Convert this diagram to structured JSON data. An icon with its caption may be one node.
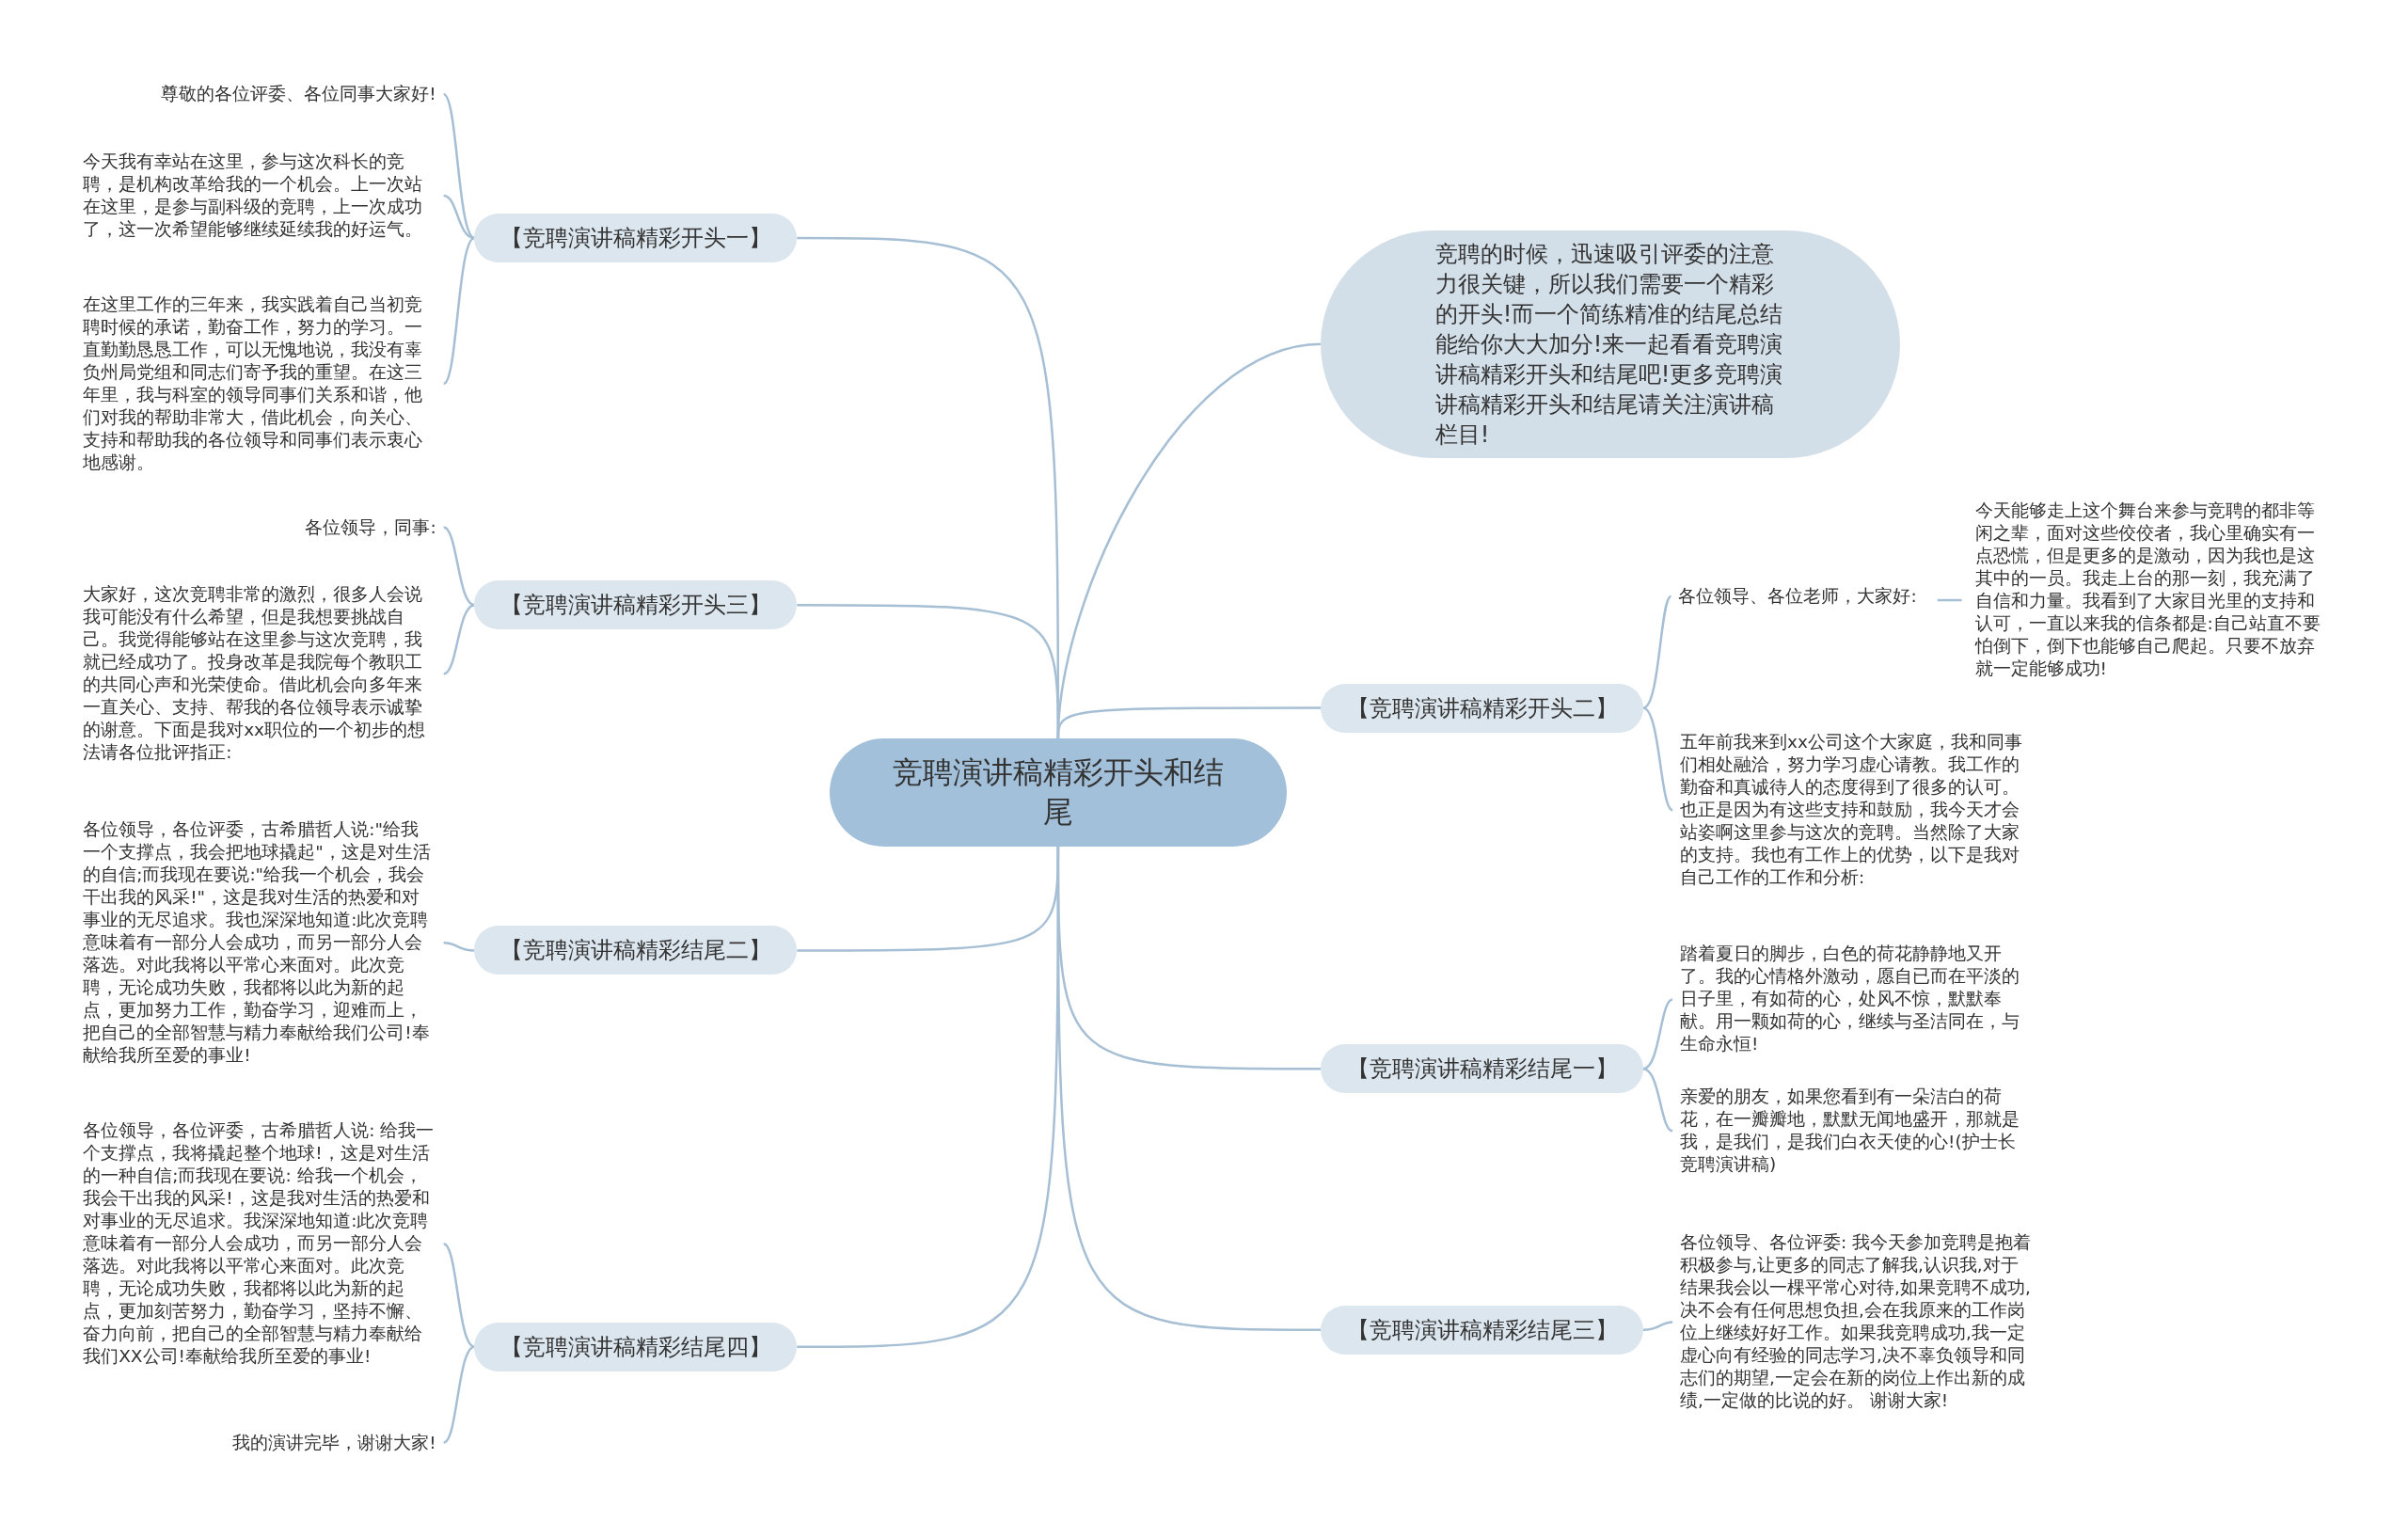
{
  "diagram": {
    "nodes": [
      {
        "text": [
          "竞聘演讲稿精彩开头和结尾"
        ]
      },
      {
        "text": [
          "竞聘的时候，迅速吸引评委的注意力很关键，所以我们需要一个精彩的开头!而一个简练精准的结尾总结能给你大大加分!来一起看看竞聘演讲稿精彩开头和结尾吧!更多竞聘演讲稿精彩开头和结尾请关注演讲稿栏目!"
        ]
      },
      {
        "text": [
          "【竞聘演讲稿精彩开头一】"
        ]
      },
      {
        "text": [
          "尊敬的各位评委、各位同事大家好!"
        ]
      },
      {
        "text": [
          "今天我有幸站在这里，参与这次科长的竞聘，是机构改革给我的一个机会。上一次站在这里，是参与副科级的竞聘，上一次成功了，这一次希望能够继续延续我的好运气。"
        ]
      },
      {
        "text": [
          "在这里工作的三年来，我实践着自己当初竞聘时候的承诺，勤奋工作，努力的学习。一直勤勤恳恳工作，可以无愧地说，我没有辜负州局党组和同志们寄予我的重望。在这三年里，我与科室的领导同事们关系和谐，他们对我的帮助非常大，借此机会，向关心、支持和帮助我的各位领导和同事们表示衷心地感谢。"
        ]
      },
      {
        "text": [
          "【竞聘演讲稿精彩开头三】"
        ]
      },
      {
        "text": [
          "各位领导，同事:"
        ]
      },
      {
        "text": [
          "大家好，这次竞聘非常的激烈，很多人会说我可能没有什么希望，但是我想要挑战自己。我觉得能够站在这里参与这次竞聘，我就已经成功了。投身改革是我院每个教职工的共同心声和光荣使命。借此机会向多年来一直关心、支持、帮我的各位领导表示诚挚的谢意。下面是我对xx职位的一个初步的想法请各位批评指正:"
        ]
      },
      {
        "text": [
          "【竞聘演讲稿精彩结尾二】"
        ]
      },
      {
        "text": [
          "各位领导，各位评委，古希腊哲人说:\"给我一个支撑点，我会把地球撬起\"，这是对生活的自信;而我现在要说:\"给我一个机会，我会干出我的风采!\"，这是我对生活的热爱和对事业的无尽追求。我也深深地知道:此次竞聘意味着有一部分人会成功，而另一部分人会落选。对此我将以平常心来面对。此次竞聘，无论成功失败，我都将以此为新的起点，更加努力工作，勤奋学习，迎难而上，把自己的全部智慧与精力奉献给我们公司!奉献给我所至爱的事业!"
        ]
      },
      {
        "text": [
          "【竞聘演讲稿精彩结尾四】"
        ]
      },
      {
        "text": [
          "各位领导，各位评委，古希腊哲人说: 给我一个支撑点，我将撬起整个地球!，这是对生活的一种自信;而我现在要说: 给我一个机会，我会干出我的风采!，这是我对生活的热爱和对事业的无尽追求。我深深地知道:此次竞聘意味着有一部分人会成功，而另一部分人会落选。对此我将以平常心来面对。此次竞聘，无论成功失败，我都将以此为新的起点，更加刻苦努力，勤奋学习，坚持不懈、奋力向前，把自己的全部智慧与精力奉献给我们XX公司!奉献给我所至爱的事业!"
        ]
      },
      {
        "text": [
          "我的演讲完毕，谢谢大家!"
        ]
      },
      {
        "text": [
          "【竞聘演讲稿精彩开头二】"
        ]
      },
      {
        "text": [
          "各位领导、各位老师，大家好:"
        ]
      },
      {
        "text": [
          "今天能够走上这个舞台来参与竞聘的都非等闲之辈，面对这些佼佼者，我心里确实有一点恐慌，但是更多的是激动，因为我也是这其中的一员。我走上台的那一刻，我充满了自信和力量。我看到了大家目光里的支持和认可，一直以来我的信条都是:自己站直不要怕倒下，倒下也能够自己爬起。只要不放弃就一定能够成功!"
        ]
      },
      {
        "text": [
          "五年前我来到xx公司这个大家庭，我和同事们相处融洽，努力学习虚心请教。我工作的勤奋和真诚待人的态度得到了很多的认可。也正是因为有这些支持和鼓励，我今天才会站姿啊这里参与这次的竞聘。当然除了大家的支持。我也有工作上的优势，以下是我对自己工作的工作和分析:"
        ]
      },
      {
        "text": [
          "【竞聘演讲稿精彩结尾一】"
        ]
      },
      {
        "text": [
          "踏着夏日的脚步，白色的荷花静静地又开了。我的心情格外激动，愿自已而在平淡的日子里，有如荷的心，处风不惊，默默奉献。用一颗如荷的心，继续与圣洁同在，与生命永恒!"
        ]
      },
      {
        "text": [
          "亲爱的朋友，如果您看到有一朵洁白的荷花，在一瓣瓣地，默默无闻地盛开，那就是我，是我们，是我们白衣天使的心!(护士长竞聘演讲稿)"
        ]
      },
      {
        "text": [
          "【竞聘演讲稿精彩结尾三】"
        ]
      },
      {
        "text": [
          "各位领导、各位评委: 我今天参加竞聘是抱着积极参与,让更多的同志了解我,认识我,对于结果我会以一棵平常心对待,如果竞聘不成功,决不会有任何思想负担,会在我原来的工作岗位上继续好好工作。如果我竞聘成功,我一定虚心向有经验的同志学习,决不辜负领导和同志们的期望,一定会在新的岗位上作出新的成绩,一定做的比说的好。 谢谢大家!"
        ]
      }
    ],
    "edges": [
      {
        "from": 0,
        "to": 1,
        "arrow": "none"
      },
      {
        "from": 0,
        "to": 2,
        "arrow": "none"
      },
      {
        "from": 0,
        "to": 6,
        "arrow": "none"
      },
      {
        "from": 0,
        "to": 9,
        "arrow": "none"
      },
      {
        "from": 0,
        "to": 11,
        "arrow": "none"
      },
      {
        "from": 0,
        "to": 14,
        "arrow": "none"
      },
      {
        "from": 0,
        "to": 18,
        "arrow": "none"
      },
      {
        "from": 0,
        "to": 21,
        "arrow": "none"
      },
      {
        "from": 2,
        "to": 3,
        "arrow": "none"
      },
      {
        "from": 2,
        "to": 4,
        "arrow": "none"
      },
      {
        "from": 2,
        "to": 5,
        "arrow": "none"
      },
      {
        "from": 6,
        "to": 7,
        "arrow": "none"
      },
      {
        "from": 6,
        "to": 8,
        "arrow": "none"
      },
      {
        "from": 9,
        "to": 10,
        "arrow": "none"
      },
      {
        "from": 11,
        "to": 12,
        "arrow": "none"
      },
      {
        "from": 11,
        "to": 13,
        "arrow": "none"
      },
      {
        "from": 14,
        "to": 15,
        "arrow": "none"
      },
      {
        "from": 15,
        "to": 16,
        "arrow": "none"
      },
      {
        "from": 14,
        "to": 17,
        "arrow": "none"
      },
      {
        "from": 18,
        "to": 19,
        "arrow": "none"
      },
      {
        "from": 18,
        "to": 20,
        "arrow": "none"
      },
      {
        "from": 21,
        "to": 22,
        "arrow": "none"
      }
    ]
  }
}
